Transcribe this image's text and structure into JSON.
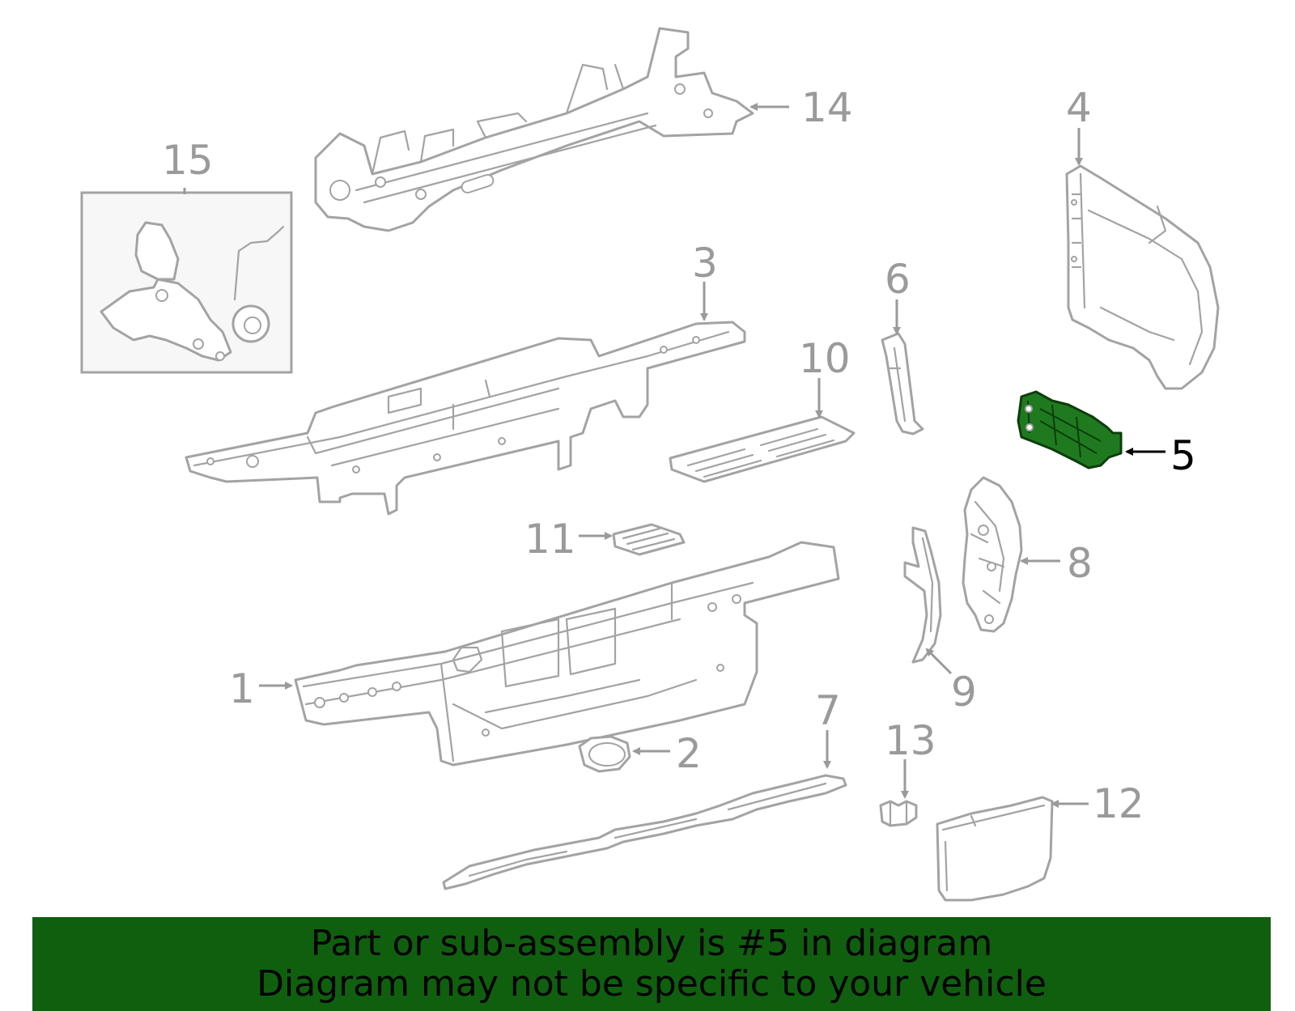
{
  "callouts": {
    "c1": "1",
    "c2": "2",
    "c3": "3",
    "c4": "4",
    "c5": "5",
    "c6": "6",
    "c7": "7",
    "c8": "8",
    "c9": "9",
    "c10": "10",
    "c11": "11",
    "c12": "12",
    "c13": "13",
    "c14": "14",
    "c15": "15"
  },
  "highlighted_part": "5",
  "colors": {
    "highlight": "#1f7a1f",
    "banner": "#0f5f0f",
    "line": "#a3a3a3"
  },
  "banner": {
    "line1": "Part or sub-assembly is #5 in diagram",
    "line2": "Diagram may not be specific to your vehicle"
  }
}
